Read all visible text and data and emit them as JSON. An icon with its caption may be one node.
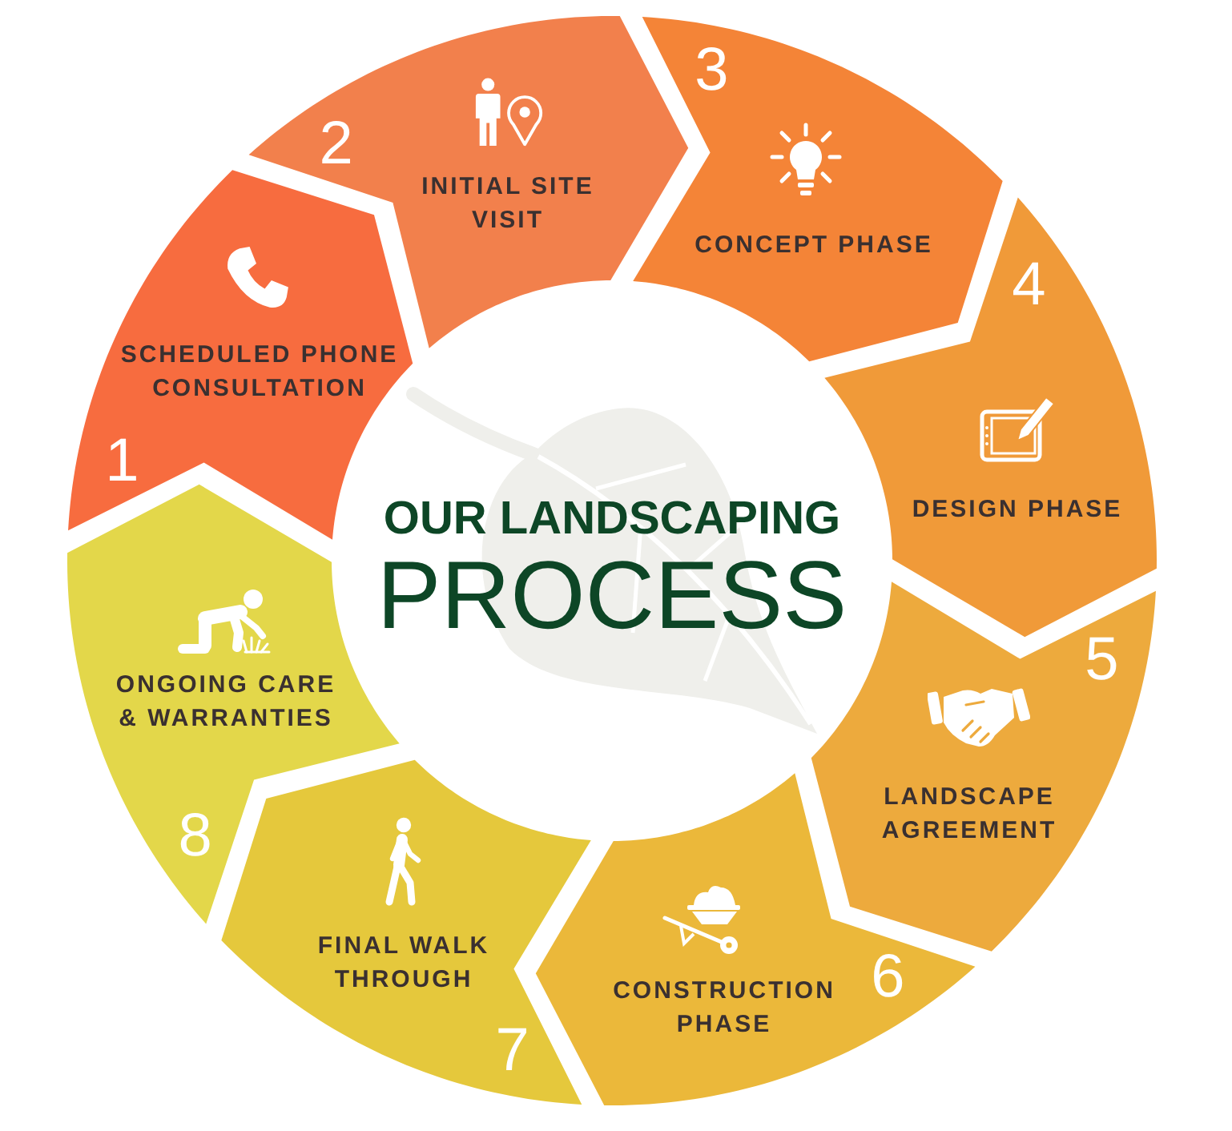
{
  "diagram": {
    "title": "**OUR LANDSCAPING** PROCESS",
    "nodes": [
      {
        "text": [
          "SCHEDULED PHONE CONSULTATION",
          "1"
        ]
      },
      {
        "text": [
          "2",
          "INITIAL SITE VISIT"
        ]
      },
      {
        "text": [
          "3",
          "CONCEPT PHASE"
        ]
      },
      {
        "text": [
          "4",
          "DESIGN PHASE"
        ]
      },
      {
        "text": [
          "5",
          "LANDSCAPE AGREEMENT"
        ]
      },
      {
        "text": [
          "6",
          "CONSTRUCTION PHASE"
        ]
      },
      {
        "text": [
          "FINAL WALK THROUGH",
          "7"
        ]
      },
      {
        "text": [
          "ONGOING CARE & WARRANTIES",
          "8"
        ]
      }
    ]
  }
}
